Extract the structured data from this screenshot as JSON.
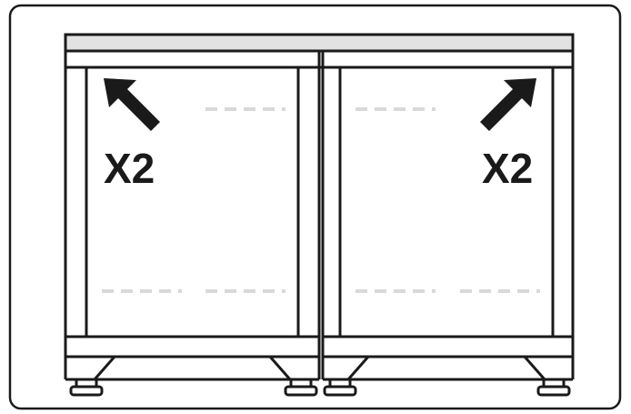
{
  "diagram": {
    "left_cabinet": {
      "quantity_label": "X2",
      "arrow_direction": "up-left"
    },
    "right_cabinet": {
      "quantity_label": "X2",
      "arrow_direction": "up-right"
    }
  },
  "colors": {
    "outline": "#1a1a1a",
    "top_panel": "#e2e2e2",
    "dashed_guides": "#d9d9d9",
    "background": "#ffffff"
  }
}
